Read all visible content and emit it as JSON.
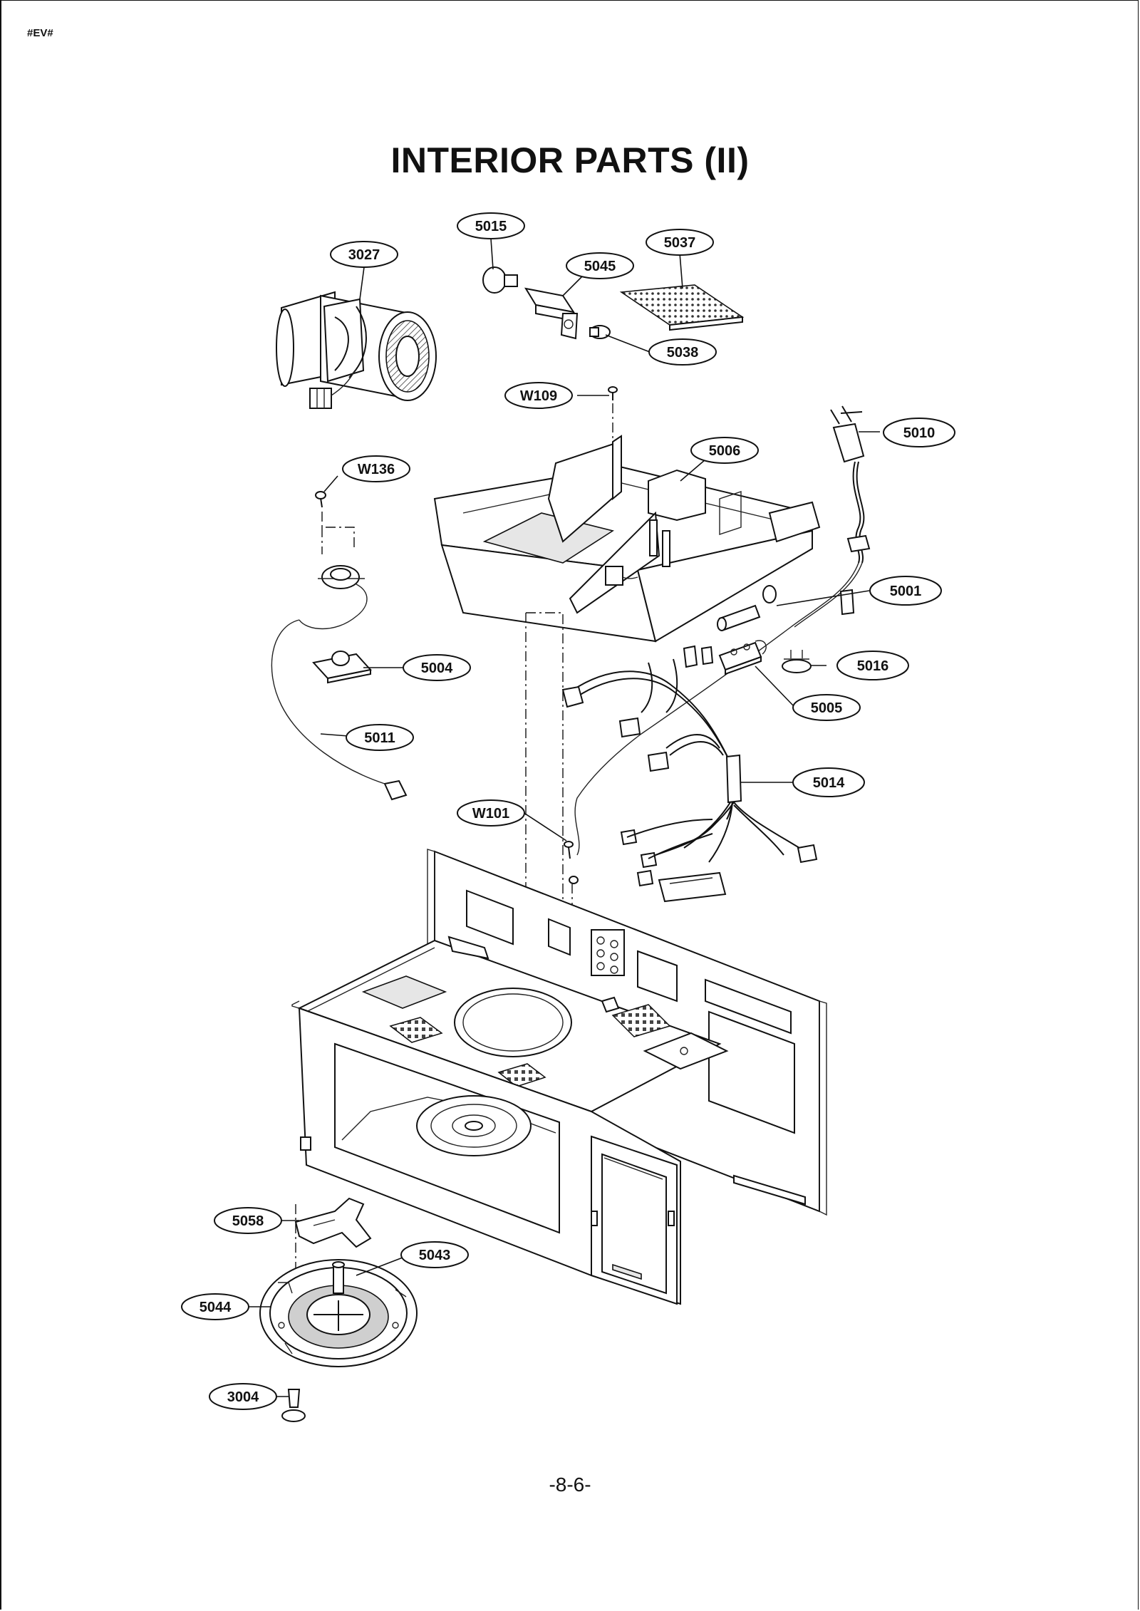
{
  "header": {
    "code": "#EV#"
  },
  "page": {
    "title": "INTERIOR PARTS (II)",
    "page_number": "-8-6-"
  },
  "callouts": [
    {
      "id": "c3027",
      "label": "3027"
    },
    {
      "id": "c5015",
      "label": "5015"
    },
    {
      "id": "c5037",
      "label": "5037"
    },
    {
      "id": "c5045",
      "label": "5045"
    },
    {
      "id": "c5038",
      "label": "5038"
    },
    {
      "id": "cW109",
      "label": "W109"
    },
    {
      "id": "c5010",
      "label": "5010"
    },
    {
      "id": "c5006",
      "label": "5006"
    },
    {
      "id": "cW136",
      "label": "W136"
    },
    {
      "id": "c5001",
      "label": "5001"
    },
    {
      "id": "c5004",
      "label": "5004"
    },
    {
      "id": "c5016",
      "label": "5016"
    },
    {
      "id": "c5005",
      "label": "5005"
    },
    {
      "id": "c5011",
      "label": "5011"
    },
    {
      "id": "c5014",
      "label": "5014"
    },
    {
      "id": "cW101",
      "label": "W101"
    },
    {
      "id": "c5058",
      "label": "5058"
    },
    {
      "id": "c5043",
      "label": "5043"
    },
    {
      "id": "c5044",
      "label": "5044"
    },
    {
      "id": "c3004",
      "label": "3004"
    }
  ]
}
